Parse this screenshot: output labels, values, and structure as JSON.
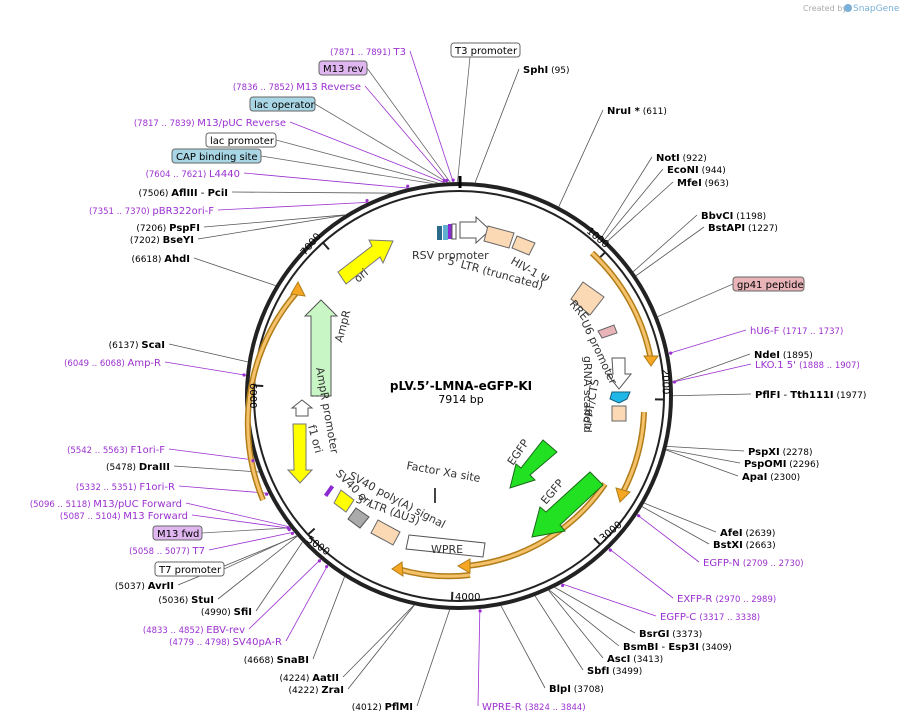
{
  "watermark": {
    "created_by": "Created by",
    "brand": "SnapGene"
  },
  "plasmid": {
    "name": "pLV.5’-LMNA-eGFP-KI",
    "length": "7914 bp"
  },
  "ticks": [
    "1000",
    "2000",
    "3000",
    "4000",
    "5000",
    "6000",
    "7000"
  ],
  "enzymes_right": [
    {
      "name": "SphI",
      "pos": "(95)"
    },
    {
      "name": "NruI *",
      "pos": "(611)"
    },
    {
      "name": "NotI",
      "pos": "(922)"
    },
    {
      "name": "EcoNI",
      "pos": "(944)"
    },
    {
      "name": "MfeI",
      "pos": "(963)"
    },
    {
      "name": "BbvCI",
      "pos": "(1198)"
    },
    {
      "name": "BstAPI",
      "pos": "(1227)"
    },
    {
      "name": "NdeI",
      "pos": "(1895)"
    },
    {
      "name": "PflFI",
      "sep": "-",
      "name2": "Tth111I",
      "pos": "(1977)"
    },
    {
      "name": "PspXI",
      "pos": "(2278)"
    },
    {
      "name": "PspOMI",
      "pos": "(2296)"
    },
    {
      "name": "ApaI",
      "pos": "(2300)"
    },
    {
      "name": "AfeI",
      "pos": "(2639)"
    },
    {
      "name": "BstXI",
      "pos": "(2663)"
    },
    {
      "name": "BsrGI",
      "pos": "(3373)"
    },
    {
      "name": "BsmBI",
      "sep": "-",
      "name2": "Esp3I",
      "pos": "(3409)"
    },
    {
      "name": "AscI",
      "pos": "(3413)"
    },
    {
      "name": "SbfI",
      "pos": "(3499)"
    },
    {
      "name": "BlpI",
      "pos": "(3708)"
    }
  ],
  "enzymes_left": [
    {
      "name": "AflIII",
      "sep": "-",
      "name2": "PciI",
      "pos": "(7506)"
    },
    {
      "name": "PspFI",
      "pos": "(7206)"
    },
    {
      "name": "BseYI",
      "pos": "(7202)"
    },
    {
      "name": "AhdI",
      "pos": "(6618)"
    },
    {
      "name": "ScaI",
      "pos": "(6137)"
    },
    {
      "name": "DraIII",
      "pos": "(5478)"
    },
    {
      "name": "AvrII",
      "pos": "(5037)"
    },
    {
      "name": "StuI",
      "pos": "(5036)"
    },
    {
      "name": "SfiI",
      "pos": "(4990)"
    },
    {
      "name": "SnaBI",
      "pos": "(4668)"
    },
    {
      "name": "AatII",
      "pos": "(4224)"
    },
    {
      "name": "ZraI",
      "pos": "(4222)"
    },
    {
      "name": "PflMI",
      "pos": "(4012)"
    }
  ],
  "primers": [
    {
      "name": "T3",
      "range": "(7871 .. 7891)"
    },
    {
      "name": "M13 Reverse",
      "range": "(7836 .. 7852)"
    },
    {
      "name": "M13/pUC Reverse",
      "range": "(7817 .. 7839)"
    },
    {
      "name": "L4440",
      "range": "(7604 .. 7621)"
    },
    {
      "name": "pBR322ori-F",
      "range": "(7351 .. 7370)"
    },
    {
      "name": "Amp-R",
      "range": "(6049 .. 6068)"
    },
    {
      "name": "F1ori-F",
      "range": "(5542 .. 5563)"
    },
    {
      "name": "F1ori-R",
      "range": "(5332 .. 5351)"
    },
    {
      "name": "M13/pUC Forward",
      "range": "(5096 .. 5118)"
    },
    {
      "name": "M13 Forward",
      "range": "(5087 .. 5104)"
    },
    {
      "name": "T7",
      "range": "(5058 .. 5077)"
    },
    {
      "name": "EBV-rev",
      "range": "(4833 .. 4852)"
    },
    {
      "name": "SV40pA-R",
      "range": "(4779 .. 4798)"
    },
    {
      "name": "hU6-F",
      "range": "(1717 .. 1737)"
    },
    {
      "name": "LKO.1 5'",
      "range": "(1888 .. 1907)"
    },
    {
      "name": "EGFP-N",
      "range": "(2709 .. 2730)"
    },
    {
      "name": "EXFP-R",
      "range": "(2970 .. 2989)"
    },
    {
      "name": "EGFP-C",
      "range": "(3317 .. 3338)"
    },
    {
      "name": "WPRE-R",
      "range": "(3824 .. 3844)"
    }
  ],
  "boxed_labels": [
    {
      "text": "M13 rev",
      "color": "#e0b6f0"
    },
    {
      "text": "lac operator",
      "color": "#a9d6e5"
    },
    {
      "text": "lac promoter",
      "color": "#ffffff"
    },
    {
      "text": "CAP binding site",
      "color": "#a9d6e5"
    },
    {
      "text": "T3 promoter",
      "color": "#ffffff"
    },
    {
      "text": "gp41 peptide",
      "color": "#e8b4b8"
    },
    {
      "text": "M13 fwd",
      "color": "#e0b6f0"
    },
    {
      "text": "T7 promoter",
      "color": "#ffffff"
    }
  ],
  "features": [
    "RSV promoter",
    "5' LTR (truncated)",
    "HIV-1 Ψ",
    "RRE",
    "U6 promoter",
    "gRNA scaffold",
    "cPPT/CTS",
    "EGFP",
    "EGFP",
    "Factor Xa site",
    "WPRE",
    "3' LTR (ΔU3)",
    "SV40 poly(A) signal",
    "SV40 ori",
    "f1 ori",
    "AmpR promoter",
    "AmpR",
    "ori"
  ],
  "colors": {
    "enzyme": "#000000",
    "primer": "#9b30d0",
    "ori": "#ffff00",
    "ampr": "#c8f7c5",
    "egfp": "#22e022",
    "ltr": "#fbd9b5",
    "orange_arrow": "#f5a623"
  }
}
